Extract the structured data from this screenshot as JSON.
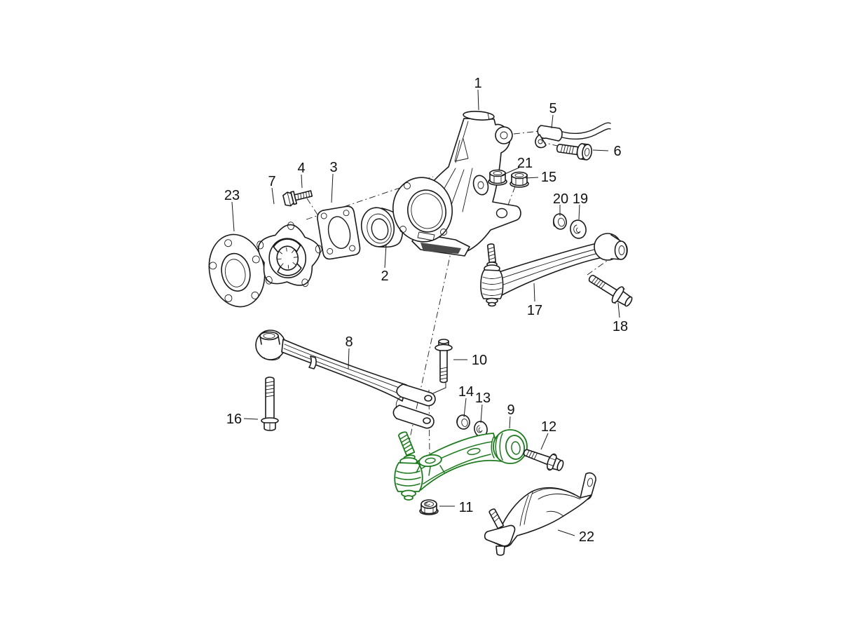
{
  "diagram": {
    "type": "exploded-parts-diagram",
    "subject": "suspension wheel carrier and control arms",
    "background_color": "#ffffff",
    "line_color": "#1a1a1a",
    "highlight_color": "#1e7a1e",
    "highlighted_part": "9",
    "parts": [
      {
        "text": "1",
        "name": "wheel-carrier"
      },
      {
        "text": "2",
        "name": "wheel-bearing"
      },
      {
        "text": "3",
        "name": "bearing-retaining-plate"
      },
      {
        "text": "4",
        "name": "hex-flange-bolt"
      },
      {
        "text": "5",
        "name": "wheel-speed-sensor"
      },
      {
        "text": "6",
        "name": "socket-head-bolt"
      },
      {
        "text": "7",
        "name": "wheel-hub"
      },
      {
        "text": "8",
        "name": "fork-control-arm"
      },
      {
        "text": "9",
        "name": "lower-control-arm-highlighted"
      },
      {
        "text": "10",
        "name": "flange-bolt-fork"
      },
      {
        "text": "11",
        "name": "flange-nut-arm"
      },
      {
        "text": "12",
        "name": "flange-bolt-arm"
      },
      {
        "text": "13",
        "name": "sealing-disc-small"
      },
      {
        "text": "14",
        "name": "grommet-small"
      },
      {
        "text": "15",
        "name": "hex-collar-nut-right"
      },
      {
        "text": "16",
        "name": "long-flange-bolt"
      },
      {
        "text": "17",
        "name": "track-control-arm"
      },
      {
        "text": "18",
        "name": "flange-bolt-track-arm"
      },
      {
        "text": "19",
        "name": "sealing-disc"
      },
      {
        "text": "20",
        "name": "grommet"
      },
      {
        "text": "21",
        "name": "hex-collar-nut-left"
      },
      {
        "text": "22",
        "name": "stone-guard-bracket"
      },
      {
        "text": "23",
        "name": "pressure-plate-disc"
      }
    ]
  }
}
